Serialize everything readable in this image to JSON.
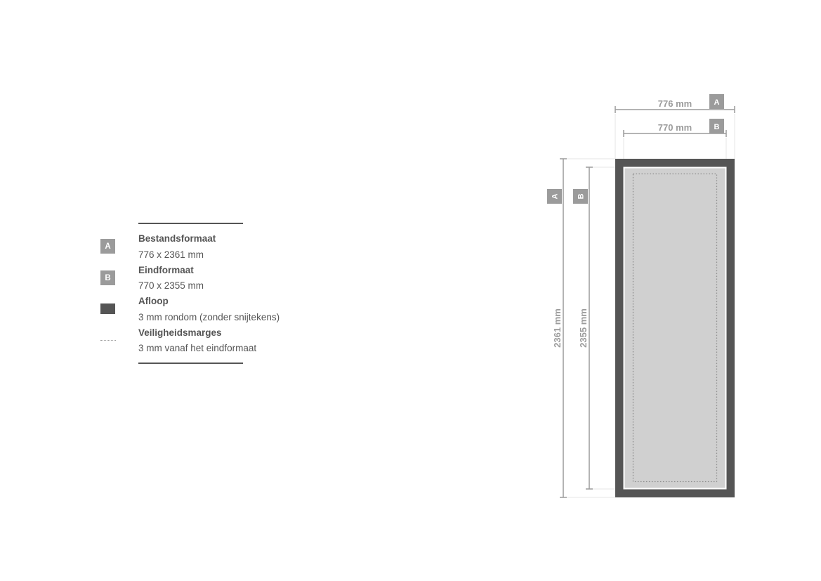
{
  "legend": {
    "items": [
      {
        "marker": "A",
        "title": "Bestandsformaat",
        "detail": "776 x 2361 mm"
      },
      {
        "marker": "B",
        "title": "Eindformaat",
        "detail": "770 x 2355 mm"
      },
      {
        "marker": "bleed-swatch",
        "title": "Afloop",
        "detail": "3 mm rondom (zonder snijtekens)"
      },
      {
        "marker": "dotted-line",
        "title": "Veiligheidsmarges",
        "detail": "3 mm vanaf het eindformaat"
      }
    ]
  },
  "diagram": {
    "file_format": {
      "badge": "A",
      "width_label": "776 mm",
      "height_label": "2361 mm"
    },
    "final_format": {
      "badge": "B",
      "width_label": "770 mm",
      "height_label": "2355 mm"
    }
  },
  "colors": {
    "bleed": "#555555",
    "trim_area": "#d0d0d0",
    "trim_border": "#ffffff",
    "dimension": "#9b9b9b",
    "text": "#555555"
  }
}
